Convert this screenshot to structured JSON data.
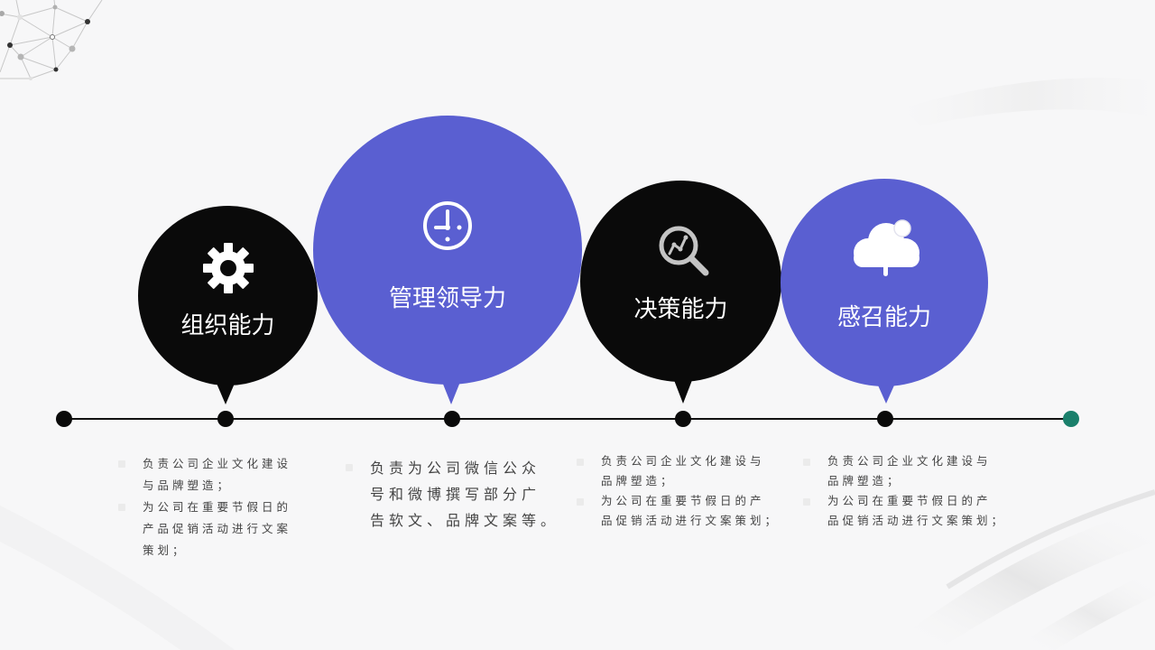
{
  "colors": {
    "background": "#f7f7f8",
    "accent_purple": "#5a5fd1",
    "accent_black": "#0a0a0a",
    "timeline_end_dot": "#1a7f6b",
    "text_body": "#444444",
    "title_text": "#ffffff"
  },
  "bubbles": [
    {
      "id": "organization",
      "title": "组织能力",
      "icon": "gear-icon",
      "color": "#0a0a0a"
    },
    {
      "id": "leadership",
      "title": "管理领导力",
      "icon": "clock-icon",
      "color": "#5a5fd1"
    },
    {
      "id": "decision",
      "title": "决策能力",
      "icon": "magnifier-chart-icon",
      "color": "#0a0a0a"
    },
    {
      "id": "influence",
      "title": "感召能力",
      "icon": "cloud-icon",
      "color": "#5a5fd1"
    }
  ],
  "descriptions": [
    {
      "lines": [
        "负责公司企业文化建设",
        "与品牌塑造；",
        "为公司在重要节假日的",
        "产品促销活动进行文案",
        "策划；"
      ]
    },
    {
      "lines": [
        "负责为公司微信公众",
        "号和微博撰写部分广",
        "告软文、品牌文案等。"
      ]
    },
    {
      "lines": [
        "负责公司企业文化建设与",
        "品牌塑造；",
        "为公司在重要节假日的产",
        "品促销活动进行文案策划；"
      ]
    },
    {
      "lines": [
        "负责公司企业文化建设与",
        "品牌塑造；",
        "为公司在重要节假日的产",
        "品促销活动进行文案策划；"
      ]
    }
  ],
  "timeline": {
    "node_count": 6
  }
}
